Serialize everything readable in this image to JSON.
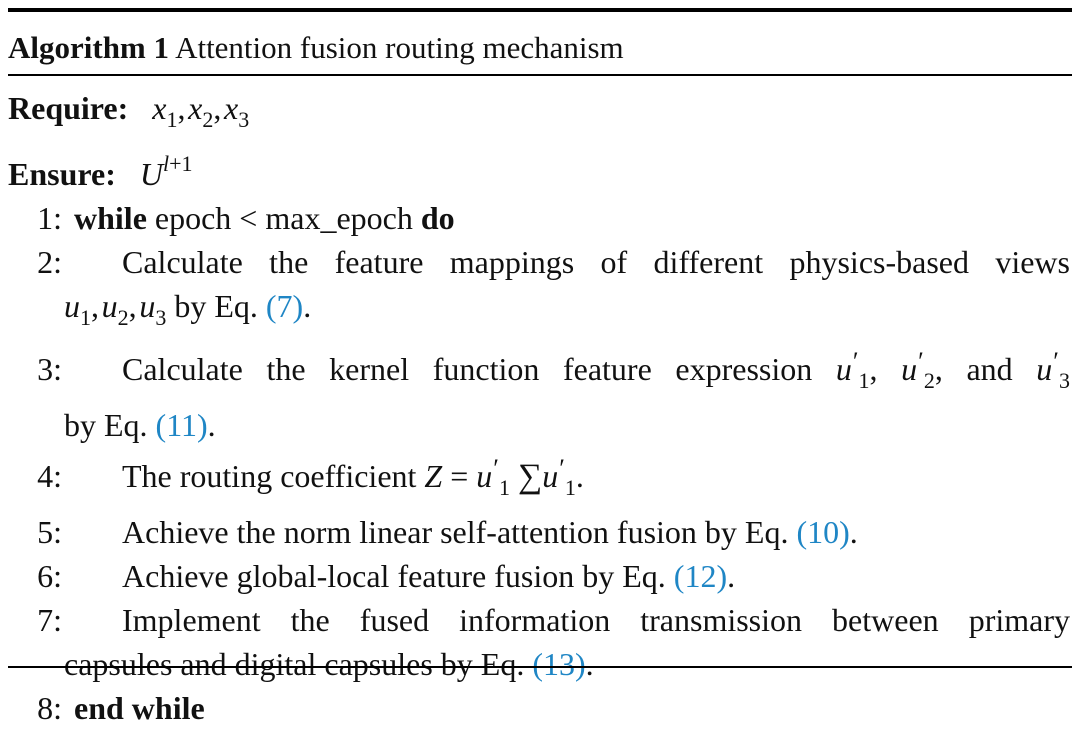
{
  "algorithm": {
    "label": "Algorithm 1",
    "title": "Attention fusion routing mechanism",
    "require_label": "Require:",
    "require_value": "x1, x2, x3",
    "ensure_label": "Ensure:",
    "ensure_value": "U^(l+1)",
    "lines": [
      {
        "num": "1:",
        "keyword_start": "while",
        "text": " epoch < max_epoch ",
        "keyword_end": "do"
      },
      {
        "num": "2:",
        "text": "Calculate the feature mappings of different physics-based views",
        "continuation": "u1, u2, u3 by Eq. (7).",
        "ref": "(7)"
      },
      {
        "num": "3:",
        "text": "Calculate the kernel function feature expression u′1, u′2, and u′3",
        "continuation": "by Eq. (11).",
        "ref": "(11)"
      },
      {
        "num": "4:",
        "text": "The routing coefficient Z = u′1 ∑ u′1."
      },
      {
        "num": "5:",
        "text": "Achieve the norm linear self-attention fusion by Eq.",
        "ref": "(10)"
      },
      {
        "num": "6:",
        "text": "Achieve global-local feature fusion by Eq.",
        "ref": "(12)"
      },
      {
        "num": "7:",
        "text": "Implement the fused information transmission between primary",
        "continuation": "capsules and digital capsules by Eq.",
        "ref": "(13)"
      },
      {
        "num": "8:",
        "keyword_start": "end while"
      }
    ]
  }
}
